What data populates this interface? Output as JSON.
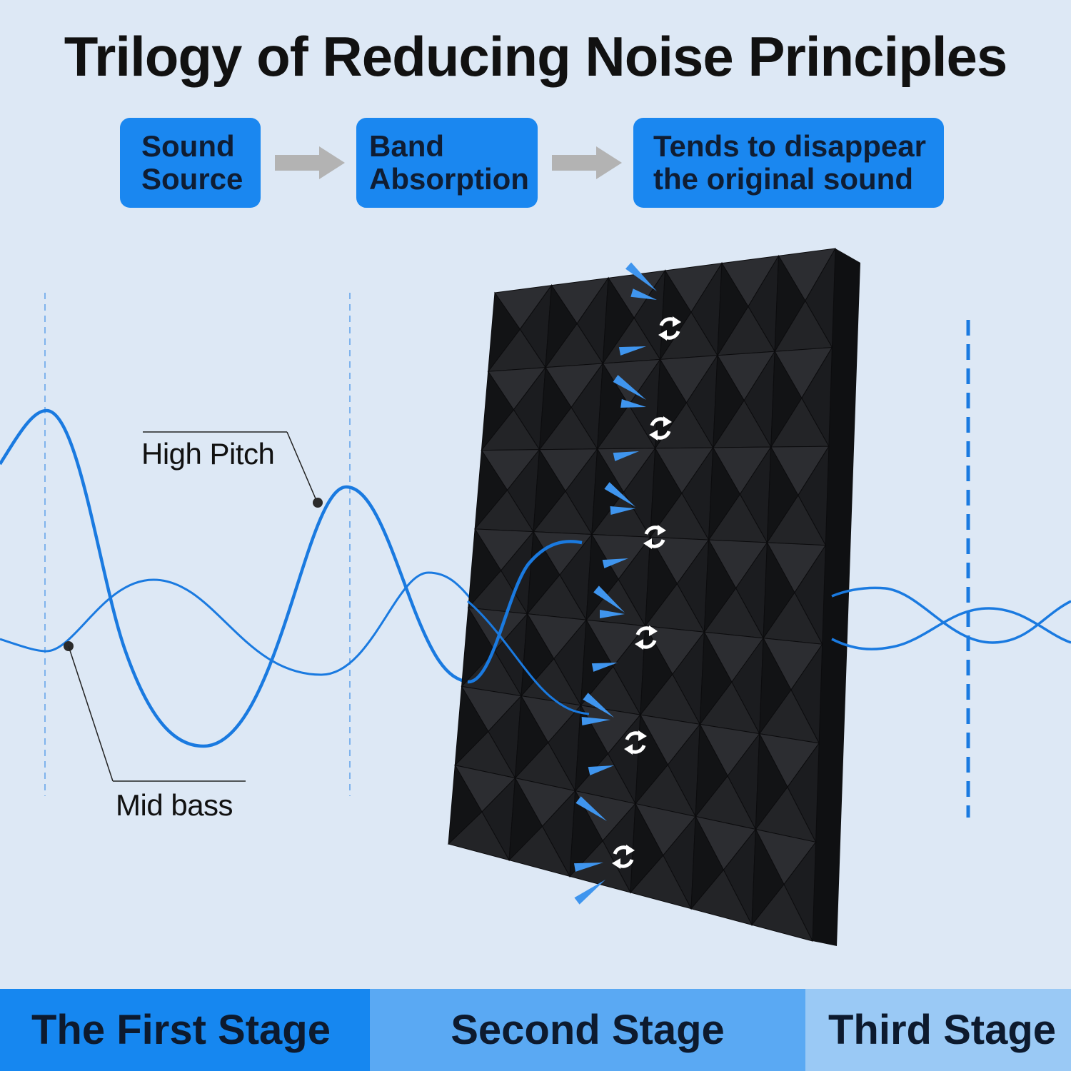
{
  "title": "Trilogy of Reducing Noise Principles",
  "steps": [
    {
      "label": "Sound\nSource"
    },
    {
      "label": "Band\nAbsorption"
    },
    {
      "label": "Tends to disappear\nthe original sound"
    }
  ],
  "labels": {
    "high_pitch": "High Pitch",
    "mid_bass": "Mid bass"
  },
  "stages": [
    {
      "label": "The First Stage"
    },
    {
      "label": "Second Stage"
    },
    {
      "label": "Third Stage"
    }
  ],
  "colors": {
    "background": "#dde8f5",
    "box": "#1a87f0",
    "wave": "#1a7ae0",
    "foam": "#1e1f22",
    "stage1": "#1687f0",
    "stage2": "#5aa9f3",
    "stage3": "#9ac9f5"
  },
  "icons": [
    "arrow-right-icon",
    "rotate-icon",
    "absorb-arrow-icon"
  ]
}
